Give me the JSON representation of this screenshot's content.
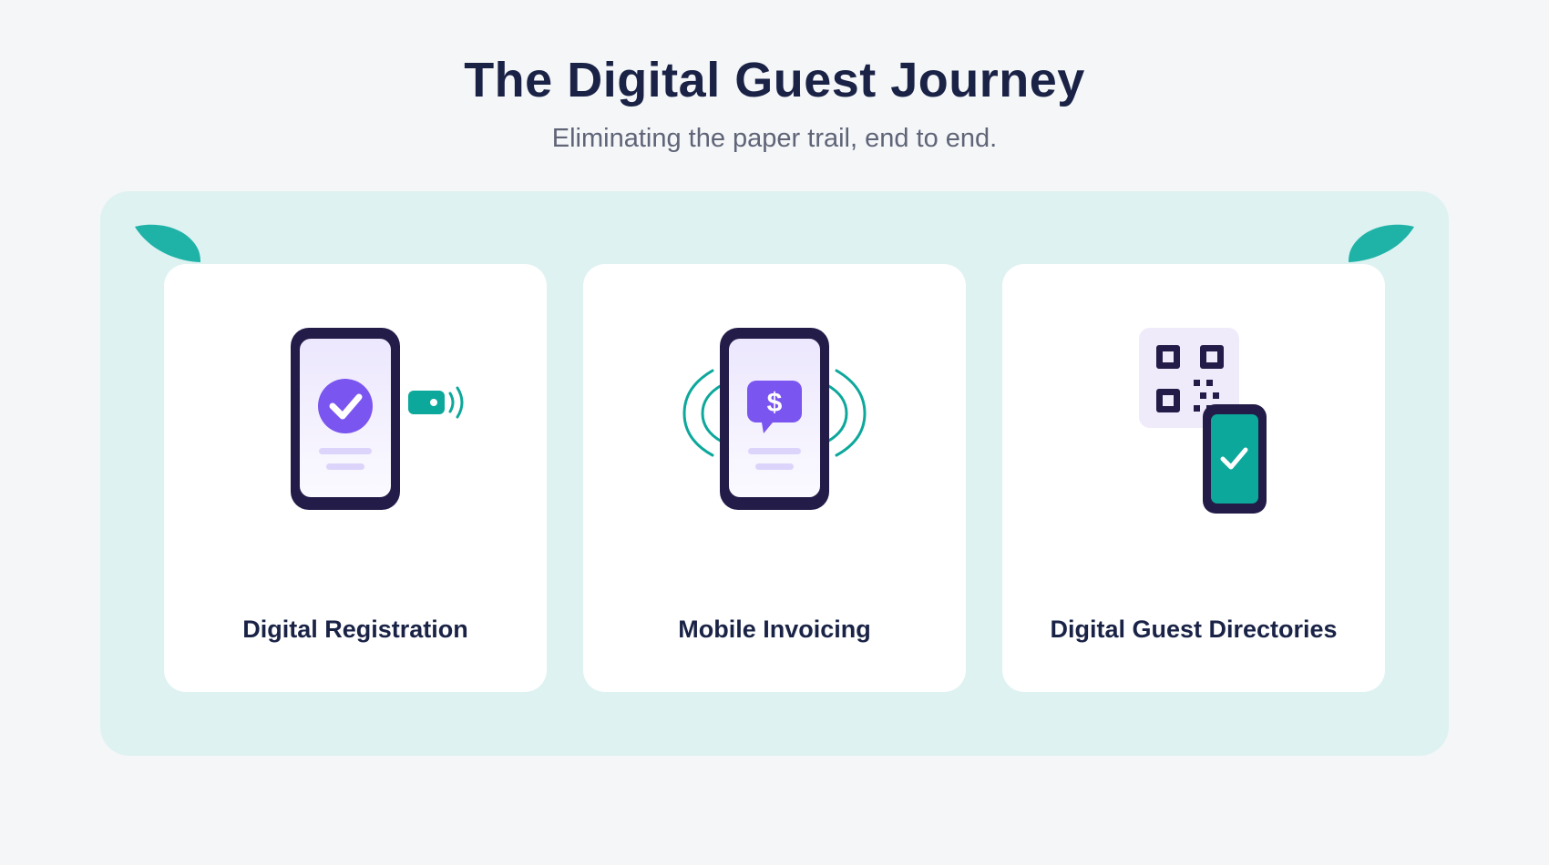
{
  "header": {
    "title": "The Digital Guest Journey",
    "subtitle": "Eliminating the paper trail, end to end."
  },
  "cards": [
    {
      "label": "Digital Registration",
      "icon": "phone-check-key-card-icon"
    },
    {
      "label": "Mobile Invoicing",
      "icon": "phone-dollar-message-icon"
    },
    {
      "label": "Digital Guest Directories",
      "icon": "qr-code-phone-check-icon"
    }
  ],
  "colors": {
    "background": "#f4f6f8",
    "panel": "#def2f1",
    "teal": "#0ca89b",
    "purple": "#7a55ef",
    "navy": "#1a2346",
    "phone_frame": "#241c48",
    "screen_tint": "#f1edfe",
    "qr_tile": "#f0ebfb"
  }
}
